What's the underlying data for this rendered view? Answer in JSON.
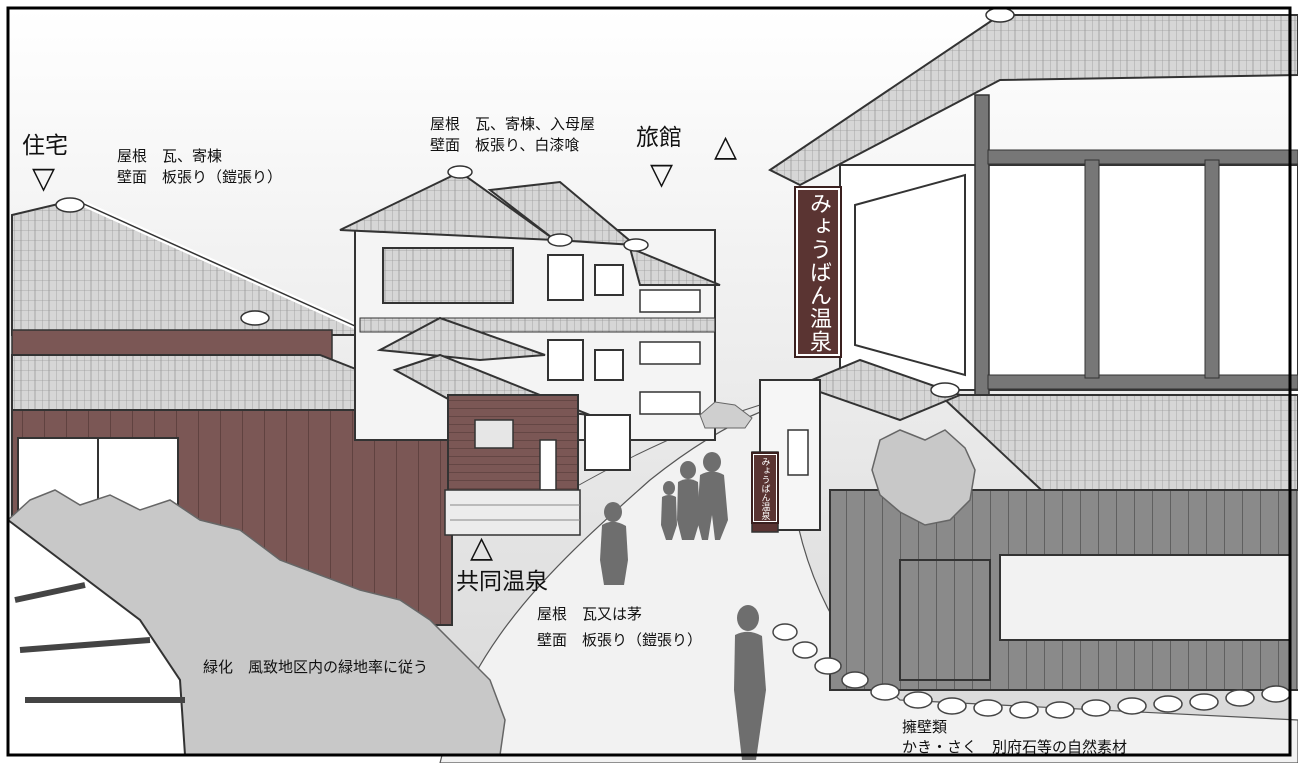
{
  "labels": {
    "house_title": "住宅",
    "house_roof": "屋根　瓦、寄棟",
    "house_wall": "壁面　板張り（鎧張り）",
    "ryokan_roof": "屋根　瓦、寄棟、入母屋",
    "ryokan_wall": "壁面　板張り、白漆喰",
    "ryokan_title": "旅館",
    "public_bath_title": "共同温泉",
    "bath_roof": "屋根　瓦又は茅",
    "bath_wall": "壁面　板張り（鎧張り）",
    "greening": "緑化　風致地区内の緑地率に従う",
    "retaining_wall_title": "擁壁類",
    "retaining_wall_detail": "かき・さく　別府石等の自然素材"
  },
  "signs": {
    "main": "みょうばん温泉",
    "stand": "みょうばん温泉"
  },
  "markers": {
    "down": "▽",
    "up": "△"
  },
  "colors": {
    "sky_top": "#ffffff",
    "sky_bottom": "#dcdcdc",
    "wood_brown": "#7a5654",
    "sign_brown": "#5a3432",
    "roof_tile": "#d4d4d4",
    "greenery": "#c6c6c6",
    "silhouette": "#6e6e6e",
    "outline": "#333333"
  }
}
